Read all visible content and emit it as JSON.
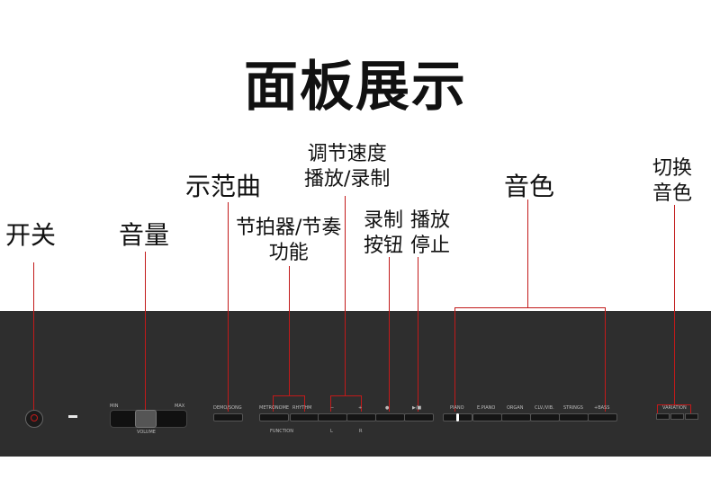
{
  "title": "面板展示",
  "labels": {
    "power": "开关",
    "volume": "音量",
    "demo": "示范曲",
    "metro_line1": "节拍器/节奏",
    "metro_line2": "功能",
    "tempo_line1": "调节速度",
    "tempo_line2": "播放/录制",
    "rec_line1": "录制",
    "rec_line2": "按钮",
    "play_line1": "播放",
    "play_line2": "停止",
    "tone": "音色",
    "variation_line1": "切换",
    "variation_line2": "音色"
  },
  "panel": {
    "volume_min": "MIN",
    "volume_max": "MAX",
    "volume_label": "VOLUME",
    "demo_song": "DEMO/SONG",
    "metronome": "METRONOME",
    "rhythm": "RHYTHM",
    "minus": "−",
    "plus": "+",
    "rec_symbol": "●",
    "play_symbol": "▶/■",
    "function_label": "FUNCTION",
    "l_label": "L",
    "r_label": "R",
    "piano": "PIANO",
    "epiano": "E.PIANO",
    "organ": "ORGAN",
    "clv": "CLV./VIB.",
    "strings": "STRINGS",
    "bass": "+BASS",
    "variation": "VARIATION"
  },
  "colors": {
    "panel": "#2e2e2e",
    "accent_lines": "#c21a1a"
  }
}
